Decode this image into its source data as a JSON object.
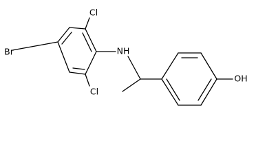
{
  "molecule": {
    "atoms": {
      "br": "Br",
      "cl_top": "Cl",
      "cl_bottom": "Cl",
      "nh": "NH",
      "oh": "OH"
    }
  }
}
